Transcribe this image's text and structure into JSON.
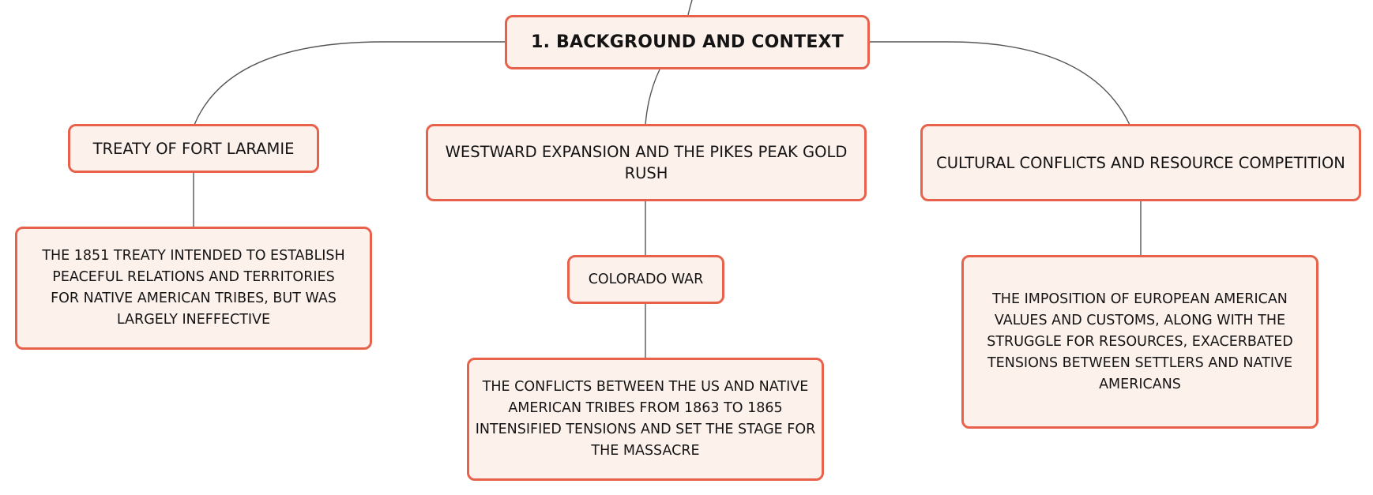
{
  "diagram": {
    "colors": {
      "node_fill": "#fdf1ec",
      "node_border": "#e8624b",
      "connector": "#555555",
      "text": "#141414"
    },
    "root": {
      "label": "1. BACKGROUND AND CONTEXT"
    },
    "branches": [
      {
        "label": "TREATY OF FORT LARAMIE",
        "children": [
          {
            "label": "THE 1851 TREATY INTENDED TO ESTABLISH PEACEFUL RELATIONS AND TERRITORIES FOR NATIVE AMERICAN TRIBES, BUT WAS LARGELY INEFFECTIVE"
          }
        ]
      },
      {
        "label": "WESTWARD EXPANSION AND THE PIKES PEAK GOLD RUSH",
        "children": [
          {
            "label": "COLORADO WAR",
            "children": [
              {
                "label": "THE CONFLICTS BETWEEN THE US AND NATIVE AMERICAN TRIBES FROM 1863 TO 1865 INTENSIFIED TENSIONS AND SET THE STAGE FOR THE MASSACRE"
              }
            ]
          }
        ]
      },
      {
        "label": "CULTURAL CONFLICTS AND RESOURCE COMPETITION",
        "children": [
          {
            "label": "THE IMPOSITION OF EUROPEAN AMERICAN VALUES AND CUSTOMS, ALONG WITH THE STRUGGLE FOR RESOURCES, EXACERBATED TENSIONS BETWEEN SETTLERS AND NATIVE AMERICANS"
          }
        ]
      }
    ]
  }
}
